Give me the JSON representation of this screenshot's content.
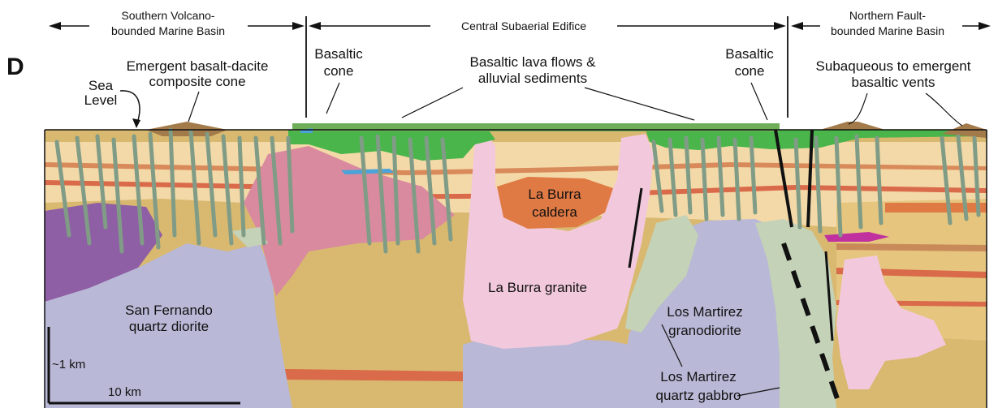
{
  "panel_label": "D",
  "header": {
    "south_line1": "Southern Volcano-",
    "south_line2": "bounded Marine Basin",
    "central": "Central Subaerial Edifice",
    "north_line1": "Northern Fault-",
    "north_line2": "bounded Marine Basin"
  },
  "callouts": {
    "sea_level_line1": "Sea",
    "sea_level_line2": "Level",
    "composite_cone_line1": "Emergent basalt-dacite",
    "composite_cone_line2": "composite cone",
    "basaltic_cone_left_line1": "Basaltic",
    "basaltic_cone_left_line2": "cone",
    "lava_flows_line1": "Basaltic lava flows &",
    "lava_flows_line2": "alluvial sediments",
    "basaltic_cone_right_line1": "Basaltic",
    "basaltic_cone_right_line2": "cone",
    "vents_line1": "Subaqueous to emergent",
    "vents_line2": "basaltic vents"
  },
  "units": {
    "san_fernando_line1": "San Fernando",
    "san_fernando_line2": "quartz diorite",
    "caldera_line1": "La Burra",
    "caldera_line2": "caldera",
    "granite": "La Burra granite",
    "granodiorite_line1": "Los Martirez",
    "granodiorite_line2": "granodiorite",
    "gabbro_line1": "Los Martirez",
    "gabbro_line2": "quartz gabbro"
  },
  "scale": {
    "vertical": "~1 km",
    "horizontal": "10 km"
  },
  "colors": {
    "diorite": "#b9b8d6",
    "granite": "#f2c9dc",
    "caldera": "#e07a45",
    "sediment": "#d9b870",
    "pale_sediment": "#f3d9a8",
    "gabbro": "#c4d2b8",
    "lava": "#49b54a",
    "purple": "#8e5fa4",
    "pink_volcanic": "#d98a9f",
    "red_band": "#d96a4a",
    "dikes": "#97b49a"
  }
}
